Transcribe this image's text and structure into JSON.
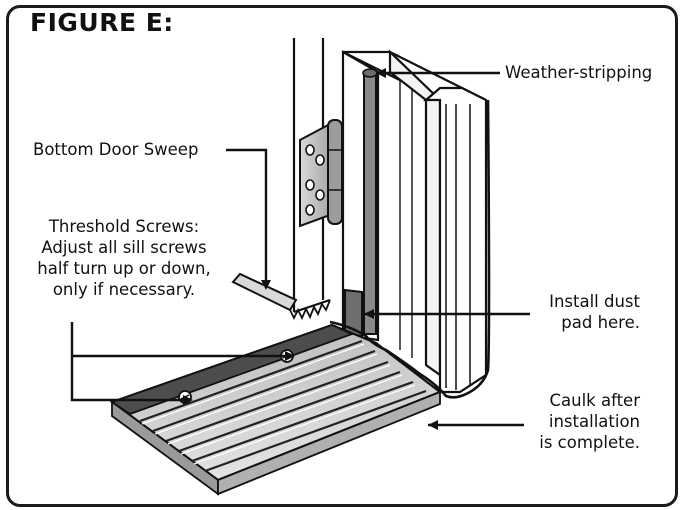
{
  "figure": {
    "title": "FIGURE E:",
    "labels": {
      "weather_stripping": "Weather-stripping",
      "bottom_door_sweep": "Bottom Door Sweep",
      "threshold_screws": [
        "Threshold Screws:",
        "Adjust all sill screws",
        "half turn up or down,",
        "only if necessary."
      ],
      "dust_pad": [
        "Install dust",
        "pad here."
      ],
      "caulk": [
        "Caulk after",
        "installation",
        "is complete."
      ]
    },
    "colors": {
      "ink": "#111111",
      "threshold_gray": "#8f8f8f",
      "threshold_dark": "#4a4a4a",
      "hinge_gray": "#c4c4c4",
      "weatherstrip_gray": "#8a8a8a",
      "jamb_white": "#ffffff"
    }
  }
}
